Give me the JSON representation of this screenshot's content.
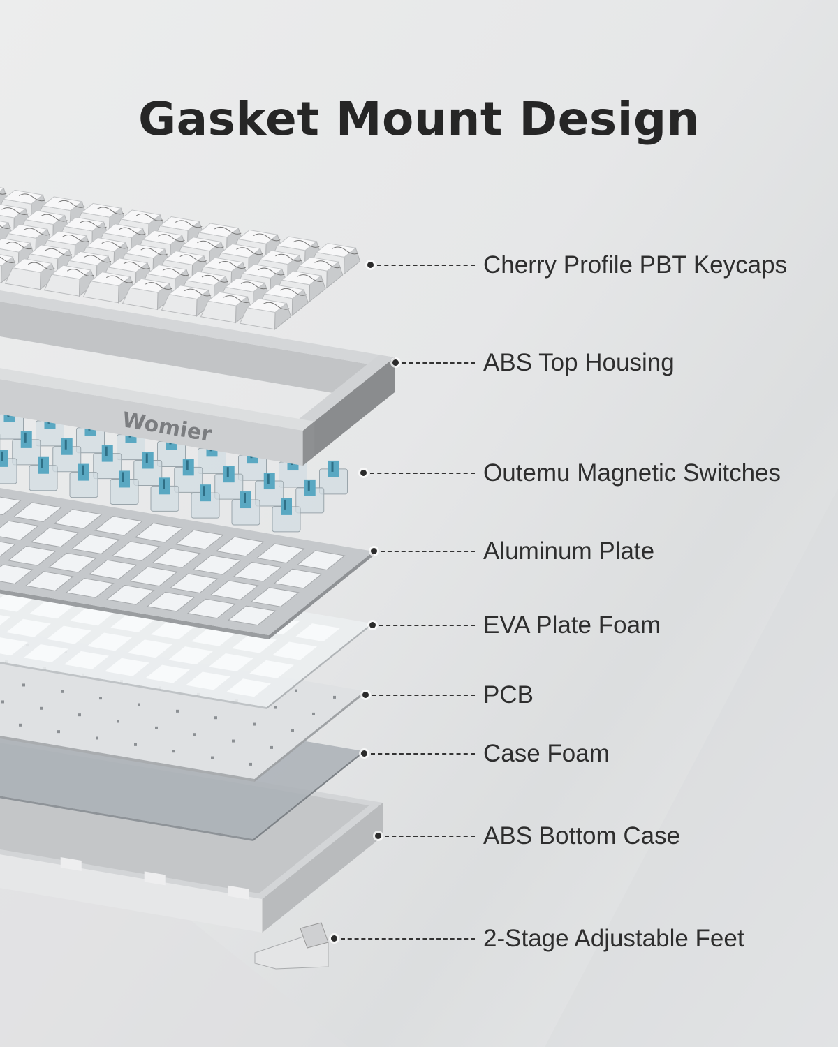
{
  "title": "Gasket Mount Design",
  "brand_logo": "Womier",
  "layers": [
    {
      "label": "Cherry Profile PBT Keycaps"
    },
    {
      "label": "ABS Top Housing"
    },
    {
      "label": "Outemu Magnetic Switches"
    },
    {
      "label": "Aluminum Plate"
    },
    {
      "label": "EVA Plate Foam"
    },
    {
      "label": "PCB"
    },
    {
      "label": "Case Foam"
    },
    {
      "label": "ABS Bottom Case"
    },
    {
      "label": "2-Stage Adjustable Feet"
    }
  ],
  "colors": {
    "text": "#2e2e2e",
    "switch_stem": "#5aa8c2",
    "background": "#e8e9ea"
  }
}
